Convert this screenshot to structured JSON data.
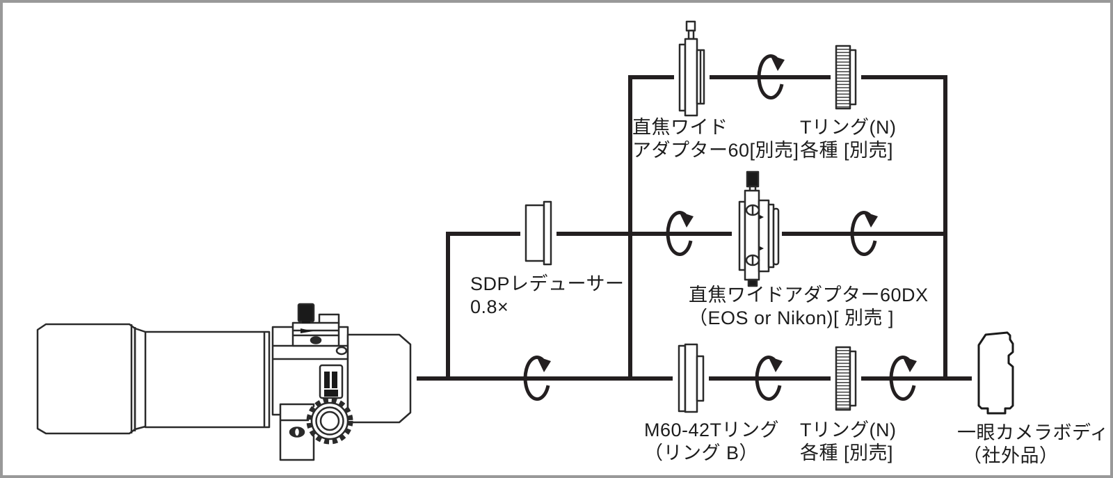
{
  "colors": {
    "connector_line": "#231f20",
    "artwork_line": "#2a2a2a",
    "frame": "#999999",
    "background": "#ffffff",
    "text": "#1c1c1c"
  },
  "diagram": {
    "labels": {
      "top_adapter": {
        "line1": "直焦ワイド",
        "line2": "アダプター60[別売]"
      },
      "top_tring": {
        "line1": "Tリング(N)",
        "line2": "各種 [別売]"
      },
      "reducer": {
        "line1": "SDPレデューサー",
        "line2": "0.8×"
      },
      "adapter_60dx": {
        "line1": "直焦ワイドアダプター60DX",
        "line2": "（EOS or Nikon)[ 別売 ]"
      },
      "m60_ring": {
        "line1": "M60-42Tリング",
        "line2": "（リング B）"
      },
      "bottom_tring": {
        "line1": "Tリング(N)",
        "line2": "各種 [別売]"
      },
      "camera_body": {
        "line1": "一眼カメラボディ",
        "line2": "（社外品）"
      }
    },
    "icons": [
      "telescope-icon",
      "reducer-icon",
      "wide-adapter-60-icon",
      "t-ring-icon-top",
      "wide-adapter-60dx-icon",
      "m60-42-t-ring-icon",
      "t-ring-icon-bottom",
      "camera-body-icon",
      "rotation-arrow-icon"
    ]
  }
}
